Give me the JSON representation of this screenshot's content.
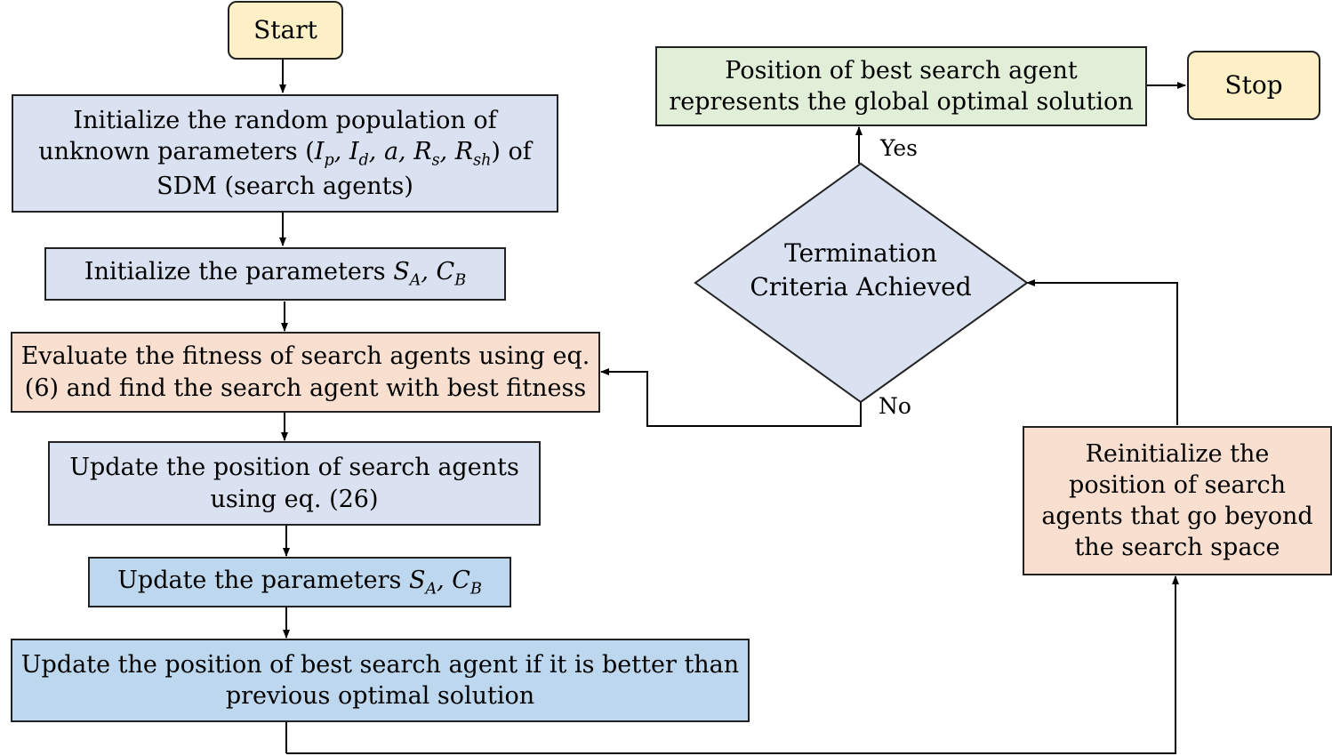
{
  "colors": {
    "terminal": "#fdf0c6",
    "process_blue": "#dae2f2",
    "process_orange": "#f8dfd0",
    "process_green": "#e1efd9",
    "process_mid_blue": "#bdd7ee",
    "edge": "#000000"
  },
  "nodes": {
    "start": {
      "text": "Start"
    },
    "init_population": {
      "line1": "Initialize the random population of",
      "line2_pre": "unknown parameters (",
      "line2_math": {
        "Ip_main": "I",
        "Ip_sub": "p",
        "Id_main": "I",
        "Id_sub": "d",
        "a": "a",
        "Rs_main": "R",
        "Rs_sub": "s",
        "Rsh_main": "R",
        "Rsh_sub": "sh"
      },
      "line2_post": ") of",
      "line3": "SDM (search agents)"
    },
    "init_params": {
      "pre": "Initialize the parameters ",
      "SA_main": "S",
      "SA_sub": "A",
      "CB_main": "C",
      "CB_sub": "B"
    },
    "evaluate": {
      "line1": "Evaluate the fitness of search agents using eq.",
      "line2": "(6) and find the search agent with best fitness"
    },
    "update_position": {
      "line1": "Update the position of search agents",
      "line2": "using eq. (26)"
    },
    "update_params": {
      "pre": "Update the parameters ",
      "SA_main": "S",
      "SA_sub": "A",
      "CB_main": "C",
      "CB_sub": "B"
    },
    "update_best": {
      "line1": "Update the position of best search agent if it is better than",
      "line2": "previous optimal solution"
    },
    "reinitialize": {
      "line1": "Reinitialize the",
      "line2": "position of search",
      "line3": "agents that go beyond",
      "line4": "the search space"
    },
    "termination": {
      "line1": "Termination",
      "line2": "Criteria Achieved"
    },
    "best_position": {
      "line1": "Position of best search agent",
      "line2": "represents the global optimal solution"
    },
    "stop": {
      "text": "Stop"
    }
  },
  "edge_labels": {
    "yes": "Yes",
    "no": "No"
  }
}
